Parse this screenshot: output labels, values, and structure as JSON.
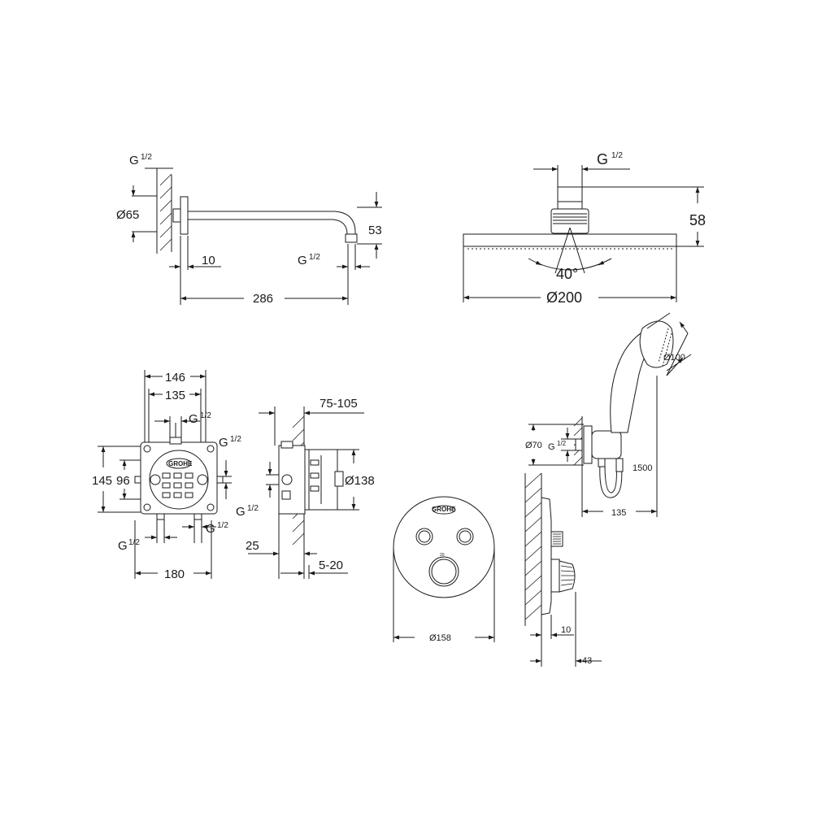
{
  "arm": {
    "thread_top": "G",
    "thread_top_frac": "1/2",
    "dia": "Ø65",
    "drop": "53",
    "offset": "10",
    "thread_bottom": "G",
    "thread_bottom_frac": "1/2",
    "length": "286"
  },
  "head": {
    "thread": "G",
    "thread_frac": "1/2",
    "height": "58",
    "angle": "40°",
    "diameter": "Ø200"
  },
  "box": {
    "w_outer": "146",
    "w_inner": "135",
    "thread_top": "G",
    "thread_top_frac": "1/2",
    "thread_right": "G",
    "thread_right_frac": "1/2",
    "h_outer": "145",
    "h_inner": "96",
    "thread_bl": "G",
    "thread_bl_frac": "1/2",
    "thread_br": "G",
    "thread_br_frac": "1/2",
    "width": "180",
    "logo": "GROHE"
  },
  "box_side": {
    "depth": "75-105",
    "dia": "Ø138",
    "thread": "G",
    "thread_frac": "1/2",
    "offset": "25",
    "range": "5-20"
  },
  "handshower": {
    "dia": "Ø100",
    "dia_inlet": "Ø70",
    "thread": "G",
    "thread_frac": "1/2",
    "hose": "1500",
    "width": "135"
  },
  "plate": {
    "dia": "Ø158",
    "logo": "GROHE",
    "scale_mark": "20",
    "depth": "10",
    "total": "43"
  }
}
